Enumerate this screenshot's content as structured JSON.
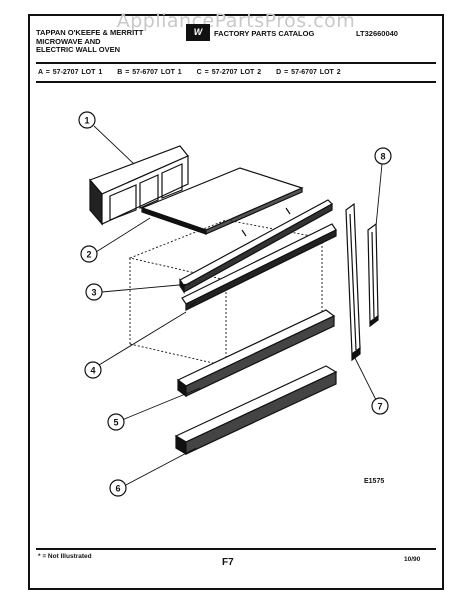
{
  "watermark": "AppliancePartsPros.com",
  "header": {
    "line1": "TAPPAN O'KEEFE & MERRITT",
    "line2": "MICROWAVE AND",
    "line3": "ELECTRIC WALL OVEN",
    "logo": "W",
    "catalog": "FACTORY PARTS CATALOG",
    "code": "LT32660040"
  },
  "lots": [
    "A = 57-2707 LOT 1",
    "B = 57-6707 LOT 1",
    "C = 57-2707 LOT 2",
    "D = 57-6707 LOT 2"
  ],
  "callouts": [
    "1",
    "2",
    "3",
    "4",
    "5",
    "6",
    "7",
    "8"
  ],
  "figure_code": "E1575",
  "footer": {
    "note": "* = Not Illustrated",
    "page": "F7",
    "date": "10/90"
  }
}
